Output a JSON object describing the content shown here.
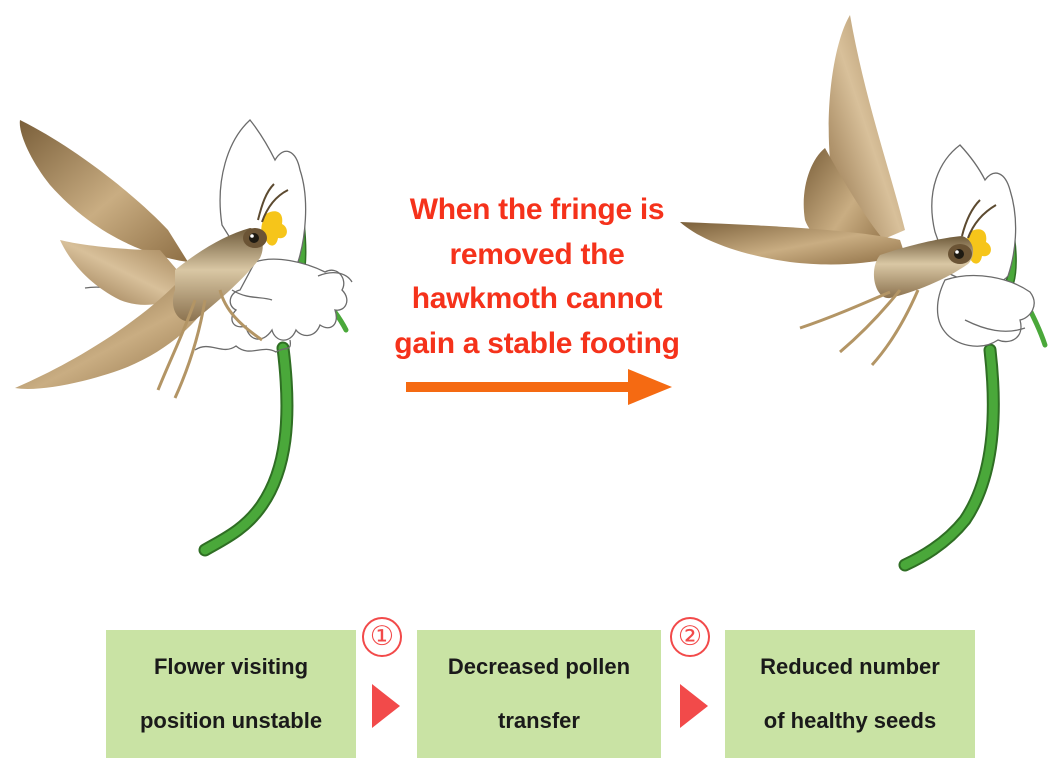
{
  "caption": {
    "line1": "When the fringe is",
    "line2": "removed the",
    "line3": "hawkmoth cannot",
    "line4": "gain a stable footing"
  },
  "steps": {
    "box1": {
      "line1": "Flower visiting",
      "line2": "position unstable"
    },
    "marker1": "①",
    "box2": {
      "line1": "Decreased pollen",
      "line2": "transfer"
    },
    "marker2": "②",
    "box3": {
      "line1": "Reduced number",
      "line2": "of healthy seeds"
    }
  },
  "colors": {
    "caption_text": "#f5321b",
    "main_arrow": "#f56a12",
    "box_fill": "#c9e3a4",
    "step_marker": "#f24a4a",
    "stem": "#4aa83a",
    "moth": "#b39565"
  }
}
